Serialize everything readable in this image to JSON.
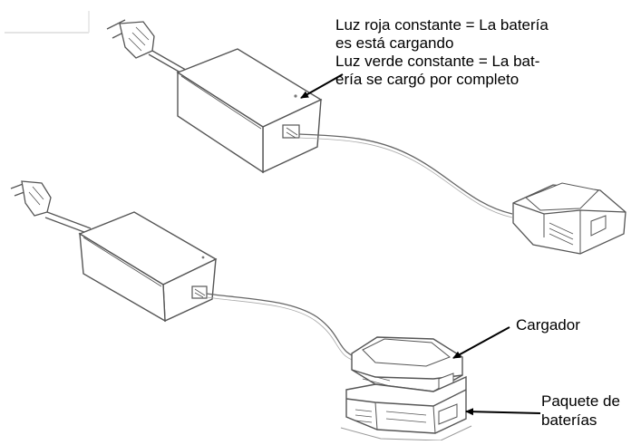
{
  "labels": {
    "led_status": {
      "lines": [
        "Luz roja constante = La batería",
        "es está cargando",
        "Luz verde constante = La bat-",
        "ería se cargó por completo"
      ]
    },
    "charger": "Cargador",
    "battery_pack": {
      "lines": [
        "Paquete de",
        "baterías"
      ]
    }
  },
  "colors": {
    "line": "#555555",
    "arrow": "#000000"
  }
}
